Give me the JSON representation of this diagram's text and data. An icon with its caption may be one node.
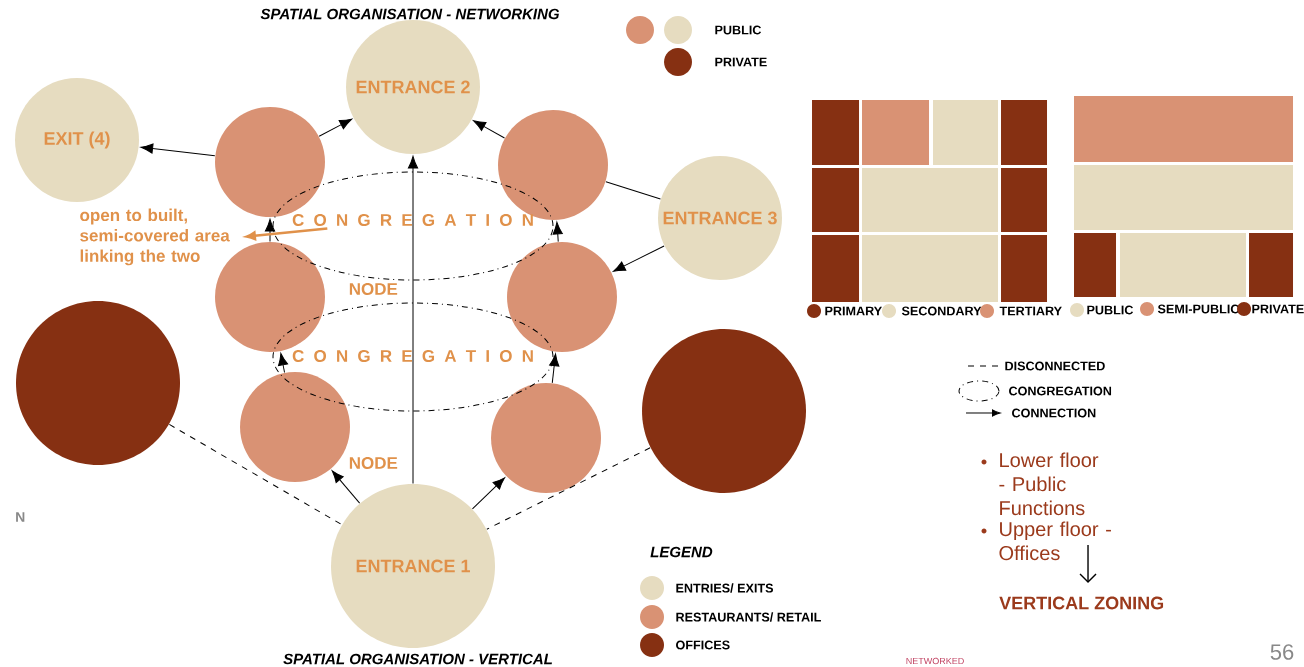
{
  "diagram": {
    "title": "SPATIAL ORGANISATION - NETWORKING",
    "caption": "SPATIAL ORGANISATION - VERTICAL",
    "nodes": [
      {
        "text": [
          "ENTRANCE 2"
        ]
      },
      {
        "text": [
          "EXIT (4)"
        ]
      },
      {
        "text": [],
        "shape": "circle"
      },
      {
        "text": [],
        "shape": "circle"
      },
      {
        "text": [
          "ENTRANCE 3"
        ]
      },
      {
        "text": [
          "open to built, semi-covered area linking the two"
        ]
      },
      {
        "text": [],
        "shape": "circle"
      },
      {
        "text": [],
        "shape": "circle"
      },
      {
        "text": [],
        "shape": "circle"
      },
      {
        "text": [],
        "shape": "circle"
      },
      {
        "text": [],
        "shape": "circle"
      },
      {
        "text": [],
        "shape": "circle"
      },
      {
        "text": [
          "ENTRANCE 1"
        ]
      },
      {
        "text": [
          "C O N G R E G A T I O N"
        ]
      }
    ],
    "edges": [
      {
        "from": 2,
        "to": 1,
        "arrow": "to"
      },
      {
        "from": 2,
        "to": 0,
        "arrow": "to"
      },
      {
        "from": 3,
        "to": 0,
        "arrow": "to"
      },
      {
        "from": 4,
        "to": 3,
        "arrow": "none"
      },
      {
        "from": 6,
        "to": 2,
        "arrow": "to"
      },
      {
        "from": 7,
        "to": 3,
        "arrow": "to"
      },
      {
        "from": 4,
        "to": 7,
        "arrow": "to"
      },
      {
        "from": 13,
        "to": 5,
        "arrow": "to",
        "color": "#e0914a"
      },
      {
        "from": 9,
        "to": 6,
        "arrow": "to"
      },
      {
        "from": 10,
        "to": 7,
        "arrow": "to"
      },
      {
        "from": 12,
        "to": 9,
        "arrow": "to"
      },
      {
        "from": 12,
        "to": 10,
        "arrow": "to"
      },
      {
        "from": 12,
        "to": 0,
        "arrow": "to"
      },
      {
        "from": 8,
        "to": 12,
        "arrow": "none",
        "style": "dashed"
      },
      {
        "from": 11,
        "to": 12,
        "arrow": "none",
        "style": "dashed"
      }
    ],
    "labels": [
      "NODE",
      "C O N G R E G A T I O N",
      "NODE",
      "N",
      "LEGEND",
      "Lower floor - Public Functions",
      "Upper floor - Offices",
      "VERTICAL ZONING",
      "NETWORKED",
      "56"
    ],
    "legend": [
      {
        "text": "PUBLIC",
        "color": "#e6dcc0"
      },
      {
        "text": "PRIVATE",
        "color": "#863012"
      },
      {
        "text": "PRIMARY",
        "color": "#863012"
      },
      {
        "text": "SECONDARY",
        "color": "#e6dcc0"
      },
      {
        "text": "TERTIARY",
        "color": "#d99274"
      },
      {
        "text": "PUBLIC",
        "color": "#e6dcc0"
      },
      {
        "text": "SEMI-PUBLIC",
        "color": "#d99274"
      },
      {
        "text": "PRIVATE",
        "color": "#863012"
      },
      {
        "text": "DISCONNECTED"
      },
      {
        "text": "CONGREGATION"
      },
      {
        "text": "CONNECTION"
      },
      {
        "text": "ENTRIES/ EXITS",
        "color": "#e6dcc0"
      },
      {
        "text": "RESTAURANTS/ RETAIL",
        "color": "#d99274"
      },
      {
        "text": "OFFICES",
        "color": "#863012"
      }
    ]
  }
}
